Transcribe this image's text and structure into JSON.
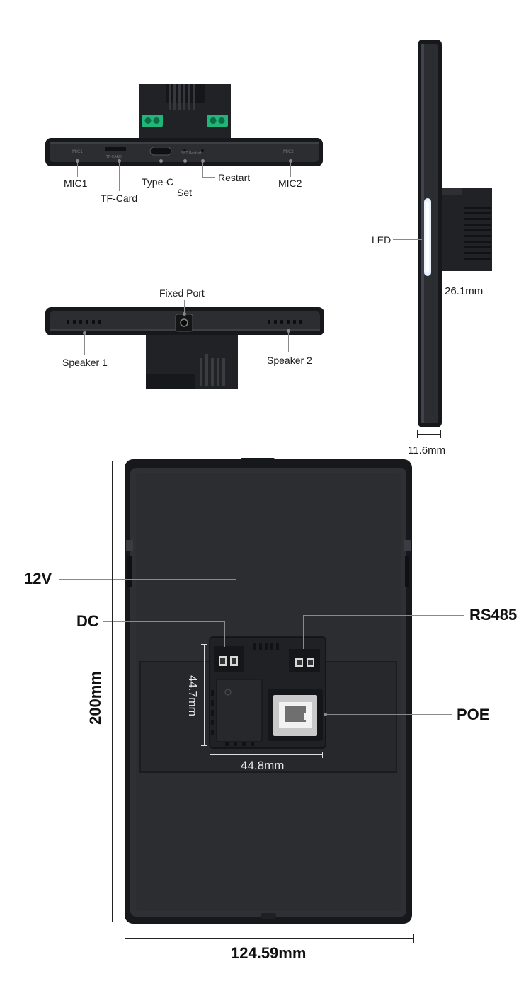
{
  "top_view": {
    "labels": {
      "mic1": "MIC1",
      "tf_card": "TF-Card",
      "type_c": "Type-C",
      "set": "Set",
      "restart": "Restart",
      "mic2": "MIC2"
    }
  },
  "bottom_view": {
    "labels": {
      "fixed_port": "Fixed Port",
      "speaker1": "Speaker 1",
      "speaker2": "Speaker 2"
    }
  },
  "side_view": {
    "labels": {
      "led": "LED"
    },
    "dimensions": {
      "depth": "26.1mm",
      "thickness": "11.6mm"
    }
  },
  "rear_view": {
    "labels": {
      "v12": "12V",
      "dc": "DC",
      "rs485": "RS485",
      "poe": "POE"
    },
    "dimensions": {
      "height": "200mm",
      "width": "124.59mm",
      "module_height": "44.7mm",
      "module_width": "44.8mm"
    }
  },
  "colors": {
    "device_body": "#2b2d31",
    "device_edge": "#17181b",
    "leader_line": "#8a8a8a",
    "terminal_green": "#22b57a",
    "led_light": "#e8f3ff"
  }
}
